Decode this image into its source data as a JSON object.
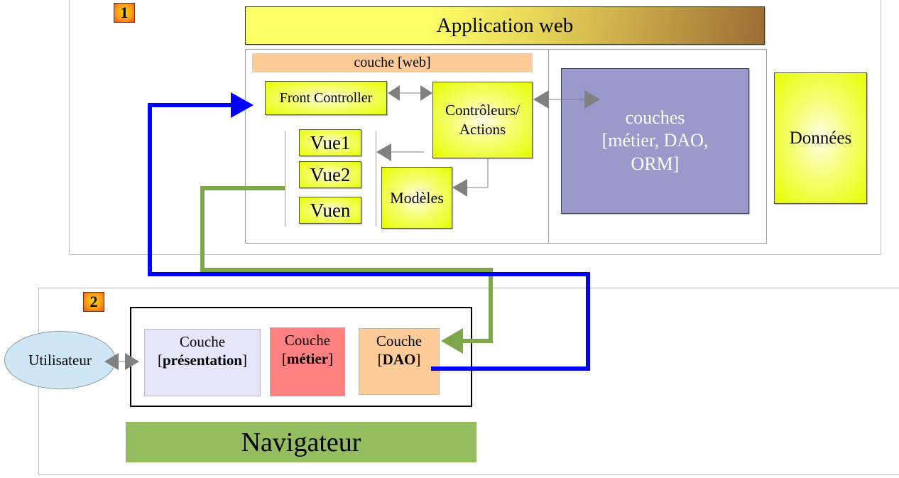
{
  "panel1": {
    "badge": "1",
    "app_title": "Application web",
    "web_layer": {
      "label": "couche [web]",
      "front_controller": "Front Controller",
      "controllers": [
        "Contrôleurs/",
        "Actions"
      ],
      "views": [
        "Vue1",
        "Vue2",
        "Vuen"
      ],
      "models": "Modèles"
    },
    "business_layers": [
      "couches",
      "[métier, DAO,",
      "ORM]"
    ],
    "data": "Données"
  },
  "panel2": {
    "badge": "2",
    "user": "Utilisateur",
    "layers": [
      {
        "line1": "Couche",
        "line2_open": "[",
        "line2_bold": "présentation",
        "line2_close": "]",
        "color": "#e6e6fa"
      },
      {
        "line1": "Couche",
        "line2_open": "[",
        "line2_bold": "métier",
        "line2_close": "]",
        "color": "#ff8080"
      },
      {
        "line1": "Couche",
        "line2_open": "[",
        "line2_bold": "DAO",
        "line2_close": "]",
        "color": "#ffcc99"
      }
    ],
    "browser": "Navigateur"
  },
  "colors": {
    "blue_flow": "#0000ff",
    "green_flow": "#7ea64a",
    "connector_gray": "#808080",
    "business_box": "#9999cc",
    "web_label_bg": "#ffcc99",
    "browser_bg": "#93bd5f",
    "user_ellipse": "#cfe6f4"
  }
}
